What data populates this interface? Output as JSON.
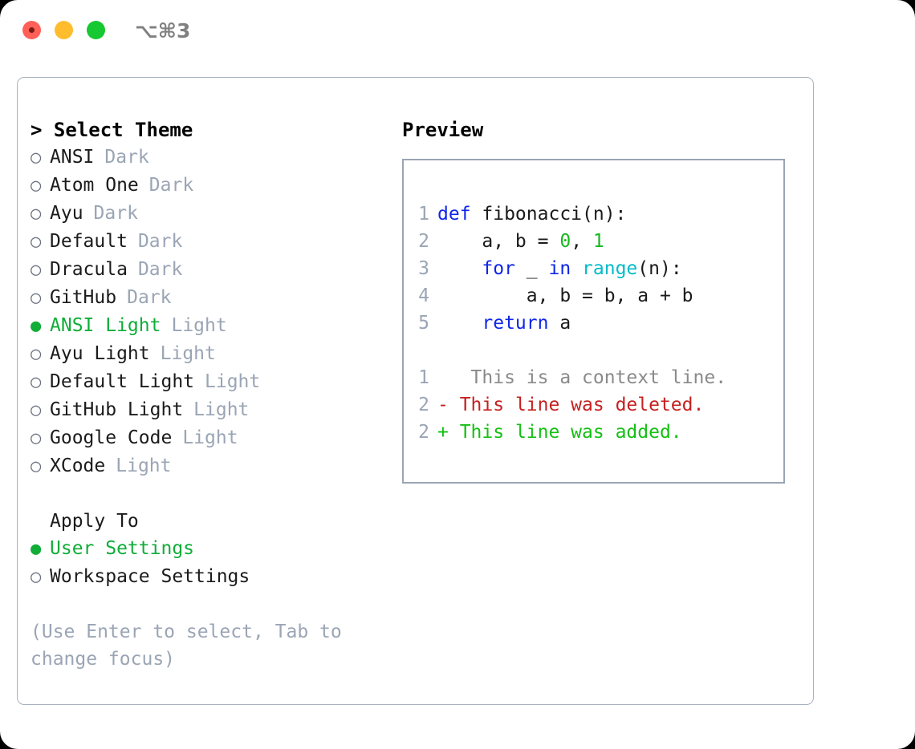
{
  "titlebar": {
    "shortcut": "⌥⌘3",
    "buttons": [
      "close",
      "minimize",
      "maximize"
    ]
  },
  "left": {
    "header": "> Select Theme",
    "bullet_selected": "●",
    "bullet_unselected": "○",
    "themes": [
      {
        "name": "ANSI",
        "kind": "Dark",
        "selected": false
      },
      {
        "name": "Atom One",
        "kind": "Dark",
        "selected": false
      },
      {
        "name": "Ayu",
        "kind": "Dark",
        "selected": false
      },
      {
        "name": "Default",
        "kind": "Dark",
        "selected": false
      },
      {
        "name": "Dracula",
        "kind": "Dark",
        "selected": false
      },
      {
        "name": "GitHub",
        "kind": "Dark",
        "selected": false
      },
      {
        "name": "ANSI Light",
        "kind": "Light",
        "selected": true
      },
      {
        "name": "Ayu Light",
        "kind": "Light",
        "selected": false
      },
      {
        "name": "Default Light",
        "kind": "Light",
        "selected": false
      },
      {
        "name": "GitHub Light",
        "kind": "Light",
        "selected": false
      },
      {
        "name": "Google Code",
        "kind": "Light",
        "selected": false
      },
      {
        "name": "XCode",
        "kind": "Light",
        "selected": false
      }
    ],
    "apply_to": {
      "title": "Apply To",
      "options": [
        {
          "name": "User Settings",
          "selected": true
        },
        {
          "name": "Workspace Settings",
          "selected": false
        }
      ]
    },
    "hint": "(Use Enter to select, Tab to change focus)"
  },
  "right": {
    "title": "Preview",
    "code_lines": [
      {
        "num": "1",
        "tokens": [
          {
            "t": "def",
            "c": "kw"
          },
          {
            "t": " fibonacci(n):",
            "c": "txt"
          }
        ]
      },
      {
        "num": "2",
        "tokens": [
          {
            "t": "    a, b = ",
            "c": "txt"
          },
          {
            "t": "0",
            "c": "num"
          },
          {
            "t": ", ",
            "c": "txt"
          },
          {
            "t": "1",
            "c": "num"
          }
        ]
      },
      {
        "num": "3",
        "tokens": [
          {
            "t": "    ",
            "c": "txt"
          },
          {
            "t": "for",
            "c": "kw"
          },
          {
            "t": " _ ",
            "c": "txt"
          },
          {
            "t": "in",
            "c": "kw"
          },
          {
            "t": " ",
            "c": "txt"
          },
          {
            "t": "range",
            "c": "fn"
          },
          {
            "t": "(n):",
            "c": "txt"
          }
        ]
      },
      {
        "num": "4",
        "tokens": [
          {
            "t": "        a, b = b, a + b",
            "c": "txt"
          }
        ]
      },
      {
        "num": "5",
        "tokens": [
          {
            "t": "    ",
            "c": "txt"
          },
          {
            "t": "return",
            "c": "kw"
          },
          {
            "t": " a",
            "c": "txt"
          }
        ]
      }
    ],
    "diff_lines": [
      {
        "num": "1",
        "marker": " ",
        "text": "  This is a context line.",
        "kind": "ctx"
      },
      {
        "num": "2",
        "marker": "-",
        "text": " This line was deleted.",
        "kind": "del"
      },
      {
        "num": "2",
        "marker": "+",
        "text": " This line was added.",
        "kind": "add"
      }
    ]
  },
  "colors": {
    "accent_green": "#10ad38",
    "muted": "#9aa5b5",
    "keyword": "#0f26e8",
    "function": "#00bcc8",
    "number": "#16b81f",
    "diff_delete": "#c62020",
    "diff_add": "#13c013",
    "border": "#a9b3c1"
  }
}
